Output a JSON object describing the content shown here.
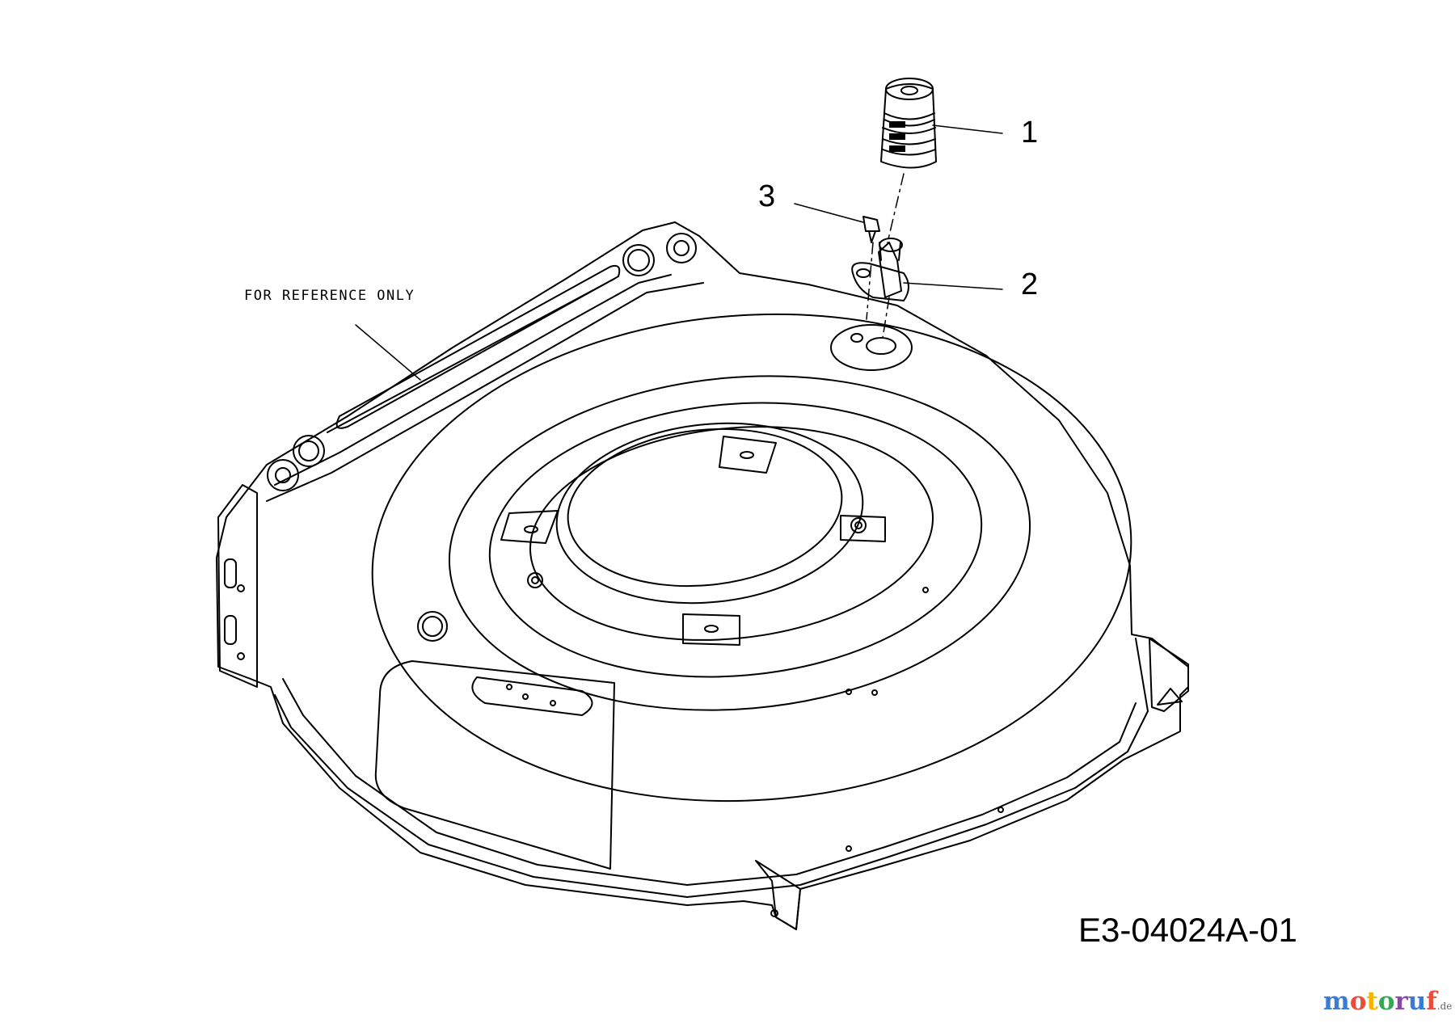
{
  "callouts": [
    {
      "number": "1"
    },
    {
      "number": "2"
    },
    {
      "number": "3"
    }
  ],
  "reference_note": "FOR REFERENCE ONLY",
  "diagram_code": "E3-04024A-01",
  "watermark": {
    "name": "motoruf",
    "tld": ".de",
    "colors": [
      "#3a7bd5",
      "#e94e3c",
      "#f4b400",
      "#34a853",
      "#8e44ad",
      "#3a7bd5",
      "#e94e3c"
    ]
  },
  "line_color": "#000000"
}
